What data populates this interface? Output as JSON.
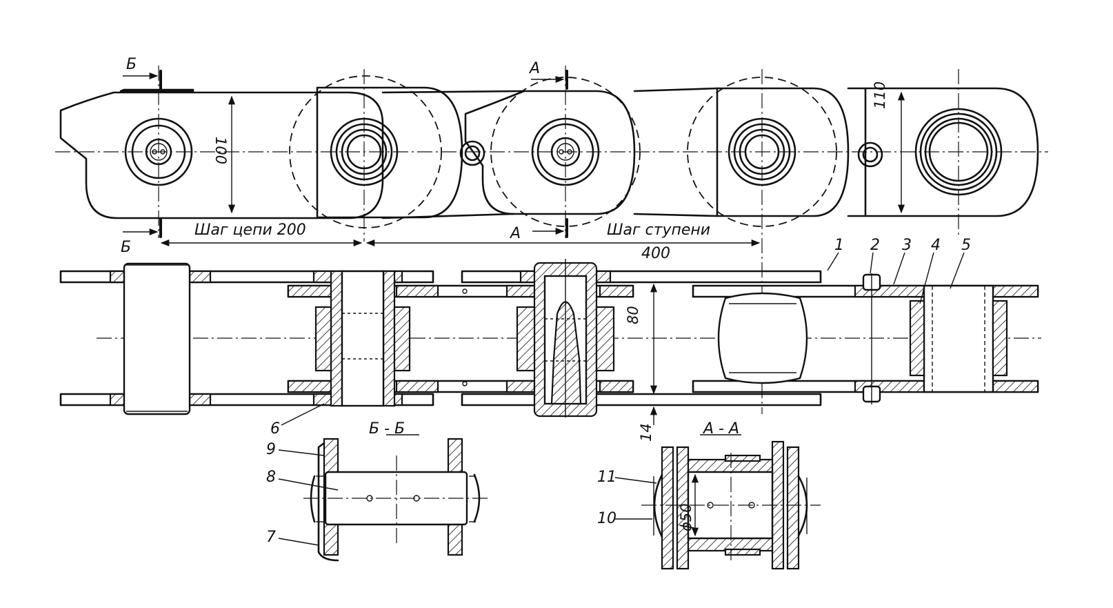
{
  "labels": {
    "chain_pitch": "Шаг цепи 200",
    "step_pitch_label": "Шаг ступени",
    "step_pitch_value": "400",
    "dim_100": "100",
    "dim_110": "110",
    "dim_80": "80",
    "dim_14": "14",
    "dim_phi50": "ϕ50",
    "section_a": "А",
    "section_b": "Б",
    "section_bb": "Б - Б",
    "section_aa": "А - А"
  },
  "part_numbers": [
    "1",
    "2",
    "3",
    "4",
    "5",
    "6",
    "7",
    "8",
    "9",
    "10",
    "11"
  ]
}
